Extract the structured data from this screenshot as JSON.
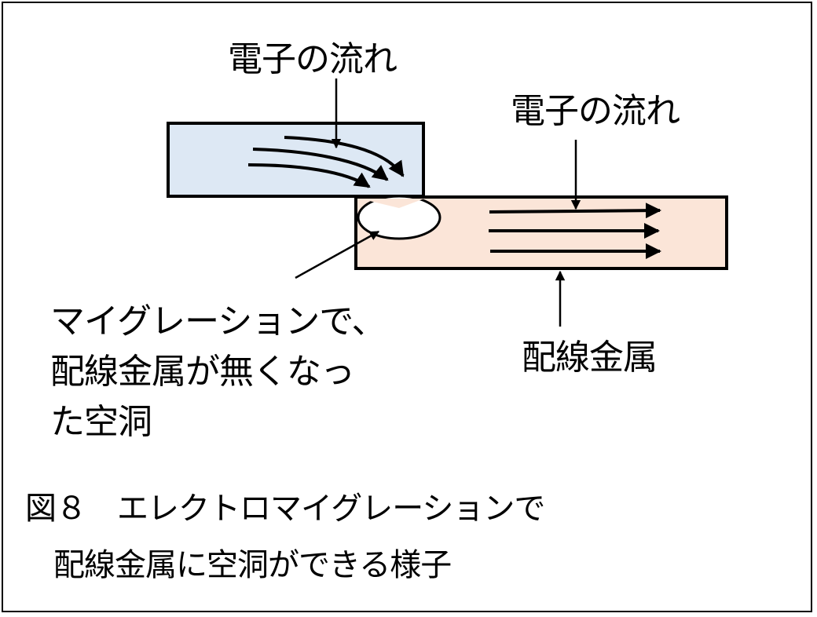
{
  "labels": {
    "electron_flow_top": "電子の流れ",
    "electron_flow_right": "電子の流れ",
    "void_annotation": [
      "マイグレーションで、",
      "配線金属が無くなっ",
      "た空洞"
    ],
    "wiring_metal": "配線金属"
  },
  "caption": {
    "line1": "図８　エレクトロマイグレーションで",
    "line2": "配線金属に空洞ができる様子"
  },
  "colors": {
    "upper_wire_fill": "#dde8f4",
    "lower_wire_fill": "#fbe5d8",
    "void_fill": "#ffffff",
    "stroke": "#000000"
  }
}
